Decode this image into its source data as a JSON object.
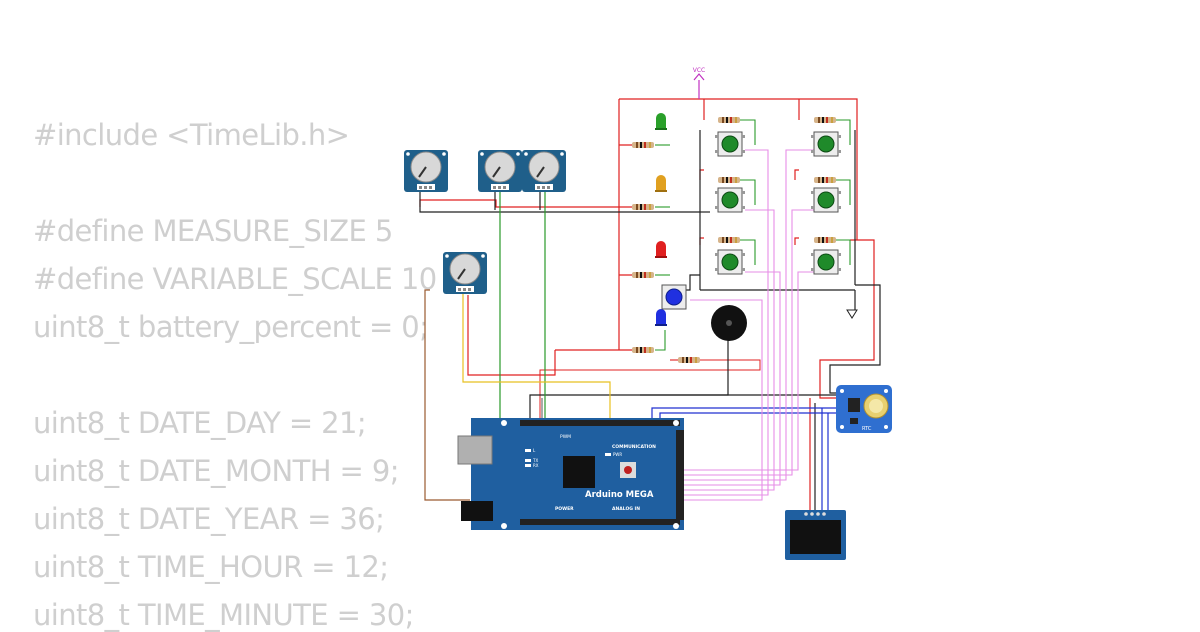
{
  "code_lines": [
    "#include <TimeLib.h>",
    "",
    "#define MEASURE_SIZE 5",
    "#define VARIABLE_SCALE 10",
    "uint8_t battery_percent = 0;",
    "",
    "uint8_t DATE_DAY = 21;",
    "uint8_t DATE_MONTH = 9;",
    "uint8_t DATE_YEAR = 36;",
    "uint8_t TIME_HOUR = 12;",
    "uint8_t TIME_MINUTE = 30;"
  ],
  "labels": {
    "vcc": "VCC",
    "board_name": "Arduino MEGA",
    "communication": "COMMUNICATION",
    "pwm": "PWM",
    "analog_in": "ANALOG IN",
    "power": "POWER",
    "pwr": "PWR",
    "tx": "TX",
    "rx": "RX",
    "l": "L",
    "rtc": "RTC"
  },
  "colors": {
    "code_text": "#cfcfcf",
    "board": "#1f5fa0",
    "potentiometer": "#1f5f8a",
    "button_cap": "#1f8a2a",
    "wire_red": "#e02020",
    "wire_black": "#222222",
    "wire_pink": "#e68ee6",
    "wire_green": "#2a9a2a",
    "wire_yellow": "#e8c020",
    "wire_brown": "#9a5a30",
    "wire_blue": "#2030d0"
  },
  "icons": [
    "potentiometer-icon",
    "pushbutton-icon",
    "led-icon",
    "resistor-icon",
    "buzzer-icon",
    "ground-icon",
    "vcc-icon",
    "oled-display-icon",
    "rtc-module-icon",
    "arduino-mega-icon"
  ]
}
